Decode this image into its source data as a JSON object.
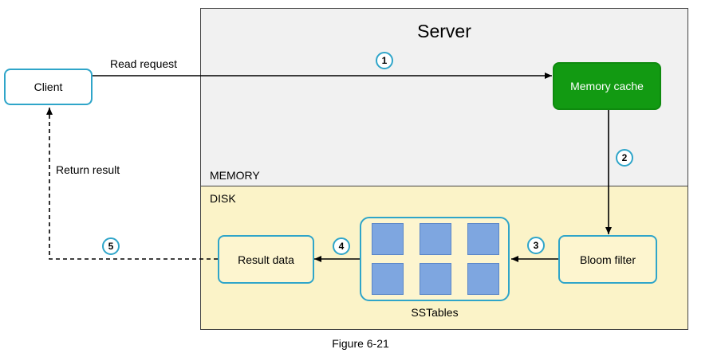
{
  "server": {
    "title": "Server",
    "memory_label": "MEMORY",
    "disk_label": "DISK"
  },
  "nodes": {
    "client": "Client",
    "memory_cache": "Memory cache",
    "bloom_filter": "Bloom filter",
    "sstables": "SSTables",
    "result_data": "Result data"
  },
  "edges": {
    "read_request": "Read request",
    "return_result": "Return result"
  },
  "steps": [
    "1",
    "2",
    "3",
    "4",
    "5"
  ],
  "caption": "Figure 6-21",
  "colors": {
    "accent": "#2fa5c9",
    "memory_cache_fill": "#129a12",
    "memory_region": "#f1f1f1",
    "disk_region": "#fbf3c8",
    "sstable_block": "#7ea6e0"
  }
}
